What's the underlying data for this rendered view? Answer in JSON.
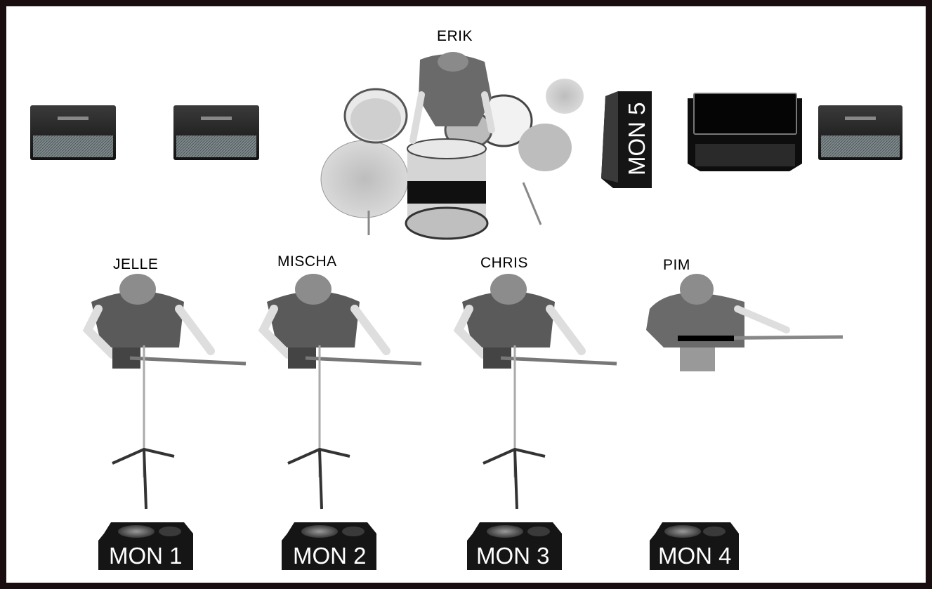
{
  "musicians": {
    "drummer": "ERIK",
    "m1": "JELLE",
    "m2": "MISCHA",
    "m3": "CHRIS",
    "m4": "PIM"
  },
  "monitors": {
    "mon1": "MON 1",
    "mon2": "MON 2",
    "mon3": "MON 3",
    "mon4": "MON 4",
    "mon5": "MON 5"
  },
  "colors": {
    "border": "#1a0d10",
    "speaker": "#151515",
    "figure": "#555555"
  }
}
